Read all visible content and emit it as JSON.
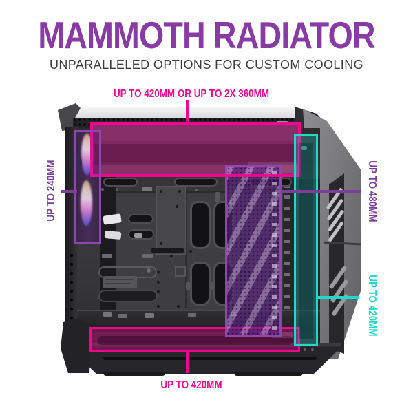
{
  "header": {
    "title": "MAMMOTH RADIATOR",
    "subtitle": "UNPARALLELED OPTIONS FOR CUSTOM COOLING"
  },
  "annotations": {
    "top_radiator": {
      "label": "UP TO 420MM OR UP TO 2X 360MM",
      "color": "#F10690"
    },
    "front_radiator": {
      "label": "UP TO 240MM",
      "color": "#7F3D9B"
    },
    "side_radiator": {
      "label": "UP TO 480MM",
      "color": "#7F3D9B"
    },
    "rear_radiator": {
      "label": "UP TO 420MM",
      "color": "#20D9CC"
    },
    "bottom_radiator": {
      "label": "UP TO 420MM",
      "color": "#F10690"
    }
  },
  "colors": {
    "title_purple": "#8A3AA5",
    "subtitle_gray": "#3E3E40",
    "highlight_magenta": "#F10690",
    "highlight_purple": "#8C48AE",
    "highlight_cyan": "#20D9CC"
  }
}
